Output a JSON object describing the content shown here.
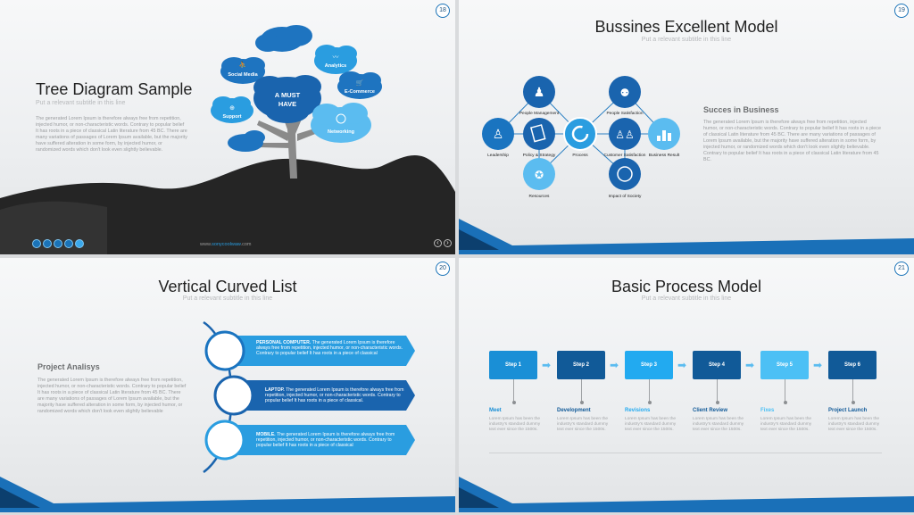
{
  "slide1": {
    "number": "18",
    "title": "Tree Diagram Sample",
    "subtitle": "Put a relevant subtitle in this line",
    "body": "The generated Lorem Ipsum is therefore always free from repetition, injected humor, or non-characteristic words. Contrary to popular belief It has roots in a piece of classical Latin literature from 45 BC. There are many variations of passages of Lorem Ipsum available, but the majority have suffered alteration in some form, by injected humor, or randomized words which don't look even slightly believable.",
    "bubbles": {
      "social": "Social Media",
      "analytics": "Analytics",
      "ecommerce": "E-Commerce",
      "center_line1": "A MUST",
      "center_line2": "HAVE",
      "support": "Support",
      "networking": "Networking"
    },
    "footer_url_pre": "www.",
    "footer_url_brand": "sonycoolwaw",
    "footer_url_post": ".com",
    "nav_prev": "‹",
    "nav_next": "›",
    "dots": [
      "1",
      "2",
      "3",
      "4",
      "5"
    ]
  },
  "slide2": {
    "number": "19",
    "title": "Bussines Excellent Model",
    "subtitle": "Put a relevant subtitle in this line",
    "heading": "Succes in Business",
    "body": "The generated Lorem Ipsum is therefore always free from repetition, injected humor, or non-characteristic words. Contrary to popular belief It has roots in a piece of classical Latin literature from 45 BC. There are many variations of passages of Lorem Ipsum available, but the majority have suffered alteration in some form, by injected humor, or randomized words which don't look even slightly believable. Contrary to popular belief It has roots in a piece of classical Latin literature from 45 BC.",
    "nodes": {
      "people_mgmt": "People Management",
      "people_sat": "People Satisfaction",
      "leadership": "Leadership",
      "policy": "Policy & Strategy",
      "process": "Process",
      "customer": "Customer Satisfaction",
      "business": "Business Result",
      "resources": "Resources",
      "society": "Impact of Society"
    }
  },
  "slide3": {
    "number": "20",
    "title": "Vertical Curved List",
    "subtitle": "Put a relevant subtitle in this line",
    "heading": "Project Analisys",
    "body": "The generated Lorem Ipsum is therefore always free from repetition, injected humor, or non-characteristic words. Contrary to popular belief It has roots in a piece of classical Latin literature from 45 BC. There are many variations of passages of Lorem Ipsum available, but the majority have suffered alteration in some form, by injected humor, or randomized words which don't look even slightly believable",
    "items": [
      {
        "title": "PERSONAL COMPUTER.",
        "text": "The generated Lorem Ipsum is therefore always free from repetition, injected humor, or non-characteristic words. Contrary to popular belief It has roots in a piece of classical"
      },
      {
        "title": "LAPTOP.",
        "text": "The generated Lorem Ipsum is therefore always free from repetition, injected humor, or non-characteristic words. Contrary to popular belief It has roots in a piece of classical."
      },
      {
        "title": "MOBILE.",
        "text": "The generated Lorem Ipsum is therefore always free from repetition, injected humor, or non-characteristic words. Contrary to popular belief It has roots in a piece of classical"
      }
    ]
  },
  "slide4": {
    "number": "21",
    "title": "Basic Process Model",
    "subtitle": "Put a relevant subtitle in this line",
    "steps": [
      {
        "label": "Step 1",
        "title": "Meet",
        "color": "#1a8fd6"
      },
      {
        "label": "Step 2",
        "title": "Development",
        "color": "#115a98"
      },
      {
        "label": "Step 3",
        "title": "Revisions",
        "color": "#22aaf0"
      },
      {
        "label": "Step 4",
        "title": "Client Review",
        "color": "#115a98"
      },
      {
        "label": "Step 5",
        "title": "Fixes",
        "color": "#4cc0f5"
      },
      {
        "label": "Step 6",
        "title": "Project Launch",
        "color": "#115a98"
      }
    ],
    "step_text": "Lorem Ipsum has been the industry's standard dummy text ever since the 1500s."
  }
}
